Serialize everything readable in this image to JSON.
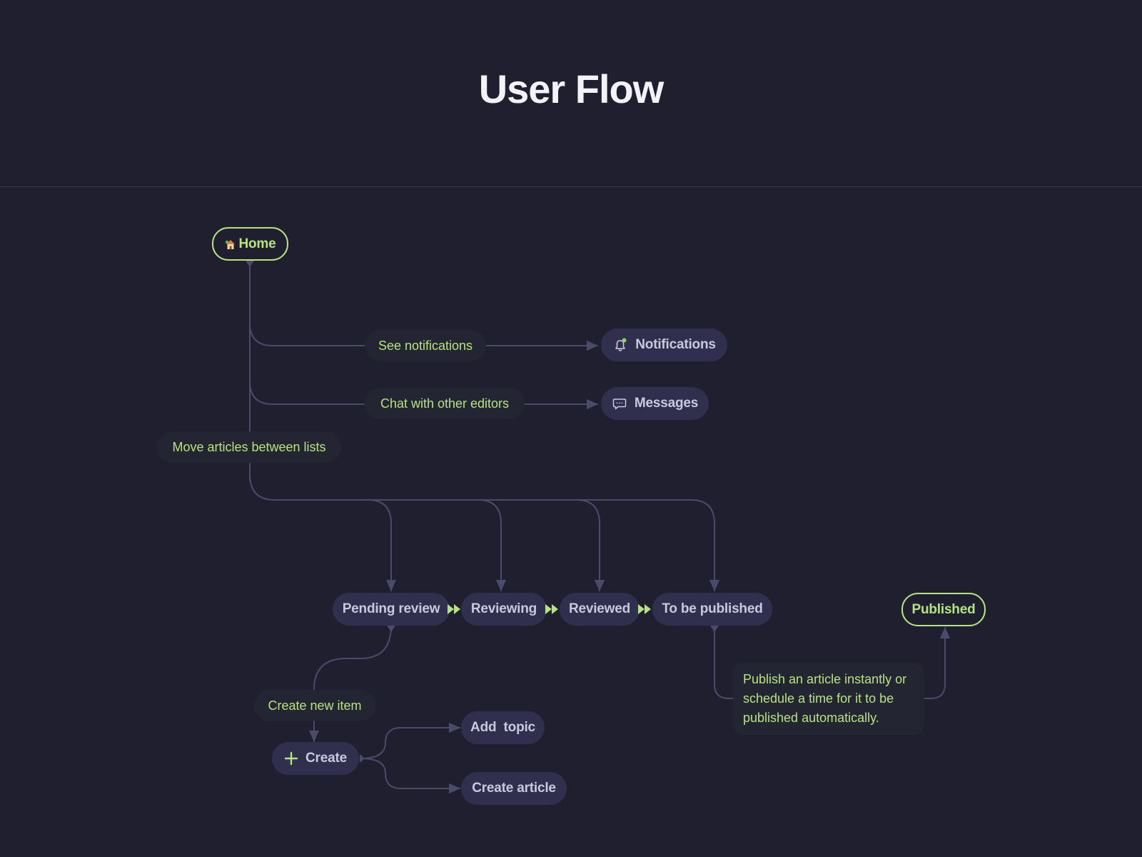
{
  "title": "User Flow",
  "colors": {
    "background": "#1f1f30",
    "node_fill": "#302f4e",
    "node_text": "#c9c9de",
    "accent": "#b5e47e",
    "label_fill": "#232532",
    "connector": "#4a4a6a"
  },
  "nodes": {
    "home": {
      "label": "Home",
      "icon": "home-icon"
    },
    "notifications": {
      "label": "Notifications",
      "icon": "bell-icon"
    },
    "messages": {
      "label": "Messages",
      "icon": "chat-icon"
    },
    "pending_review": {
      "label": "Pending review"
    },
    "reviewing": {
      "label": "Reviewing"
    },
    "reviewed": {
      "label": "Reviewed"
    },
    "to_be_published": {
      "label": "To be published"
    },
    "published": {
      "label": "Published"
    },
    "create": {
      "label": "Create",
      "icon": "plus-icon"
    },
    "add_topic": {
      "label": "Add  topic"
    },
    "create_article": {
      "label": "Create article"
    }
  },
  "labels": {
    "see_notifications": "See notifications",
    "chat_with_editors": "Chat with other editors",
    "move_articles": "Move articles between lists",
    "create_new_item": "Create new item",
    "publish_info": "Publish an article instantly or schedule a time for it to be published automatically."
  }
}
